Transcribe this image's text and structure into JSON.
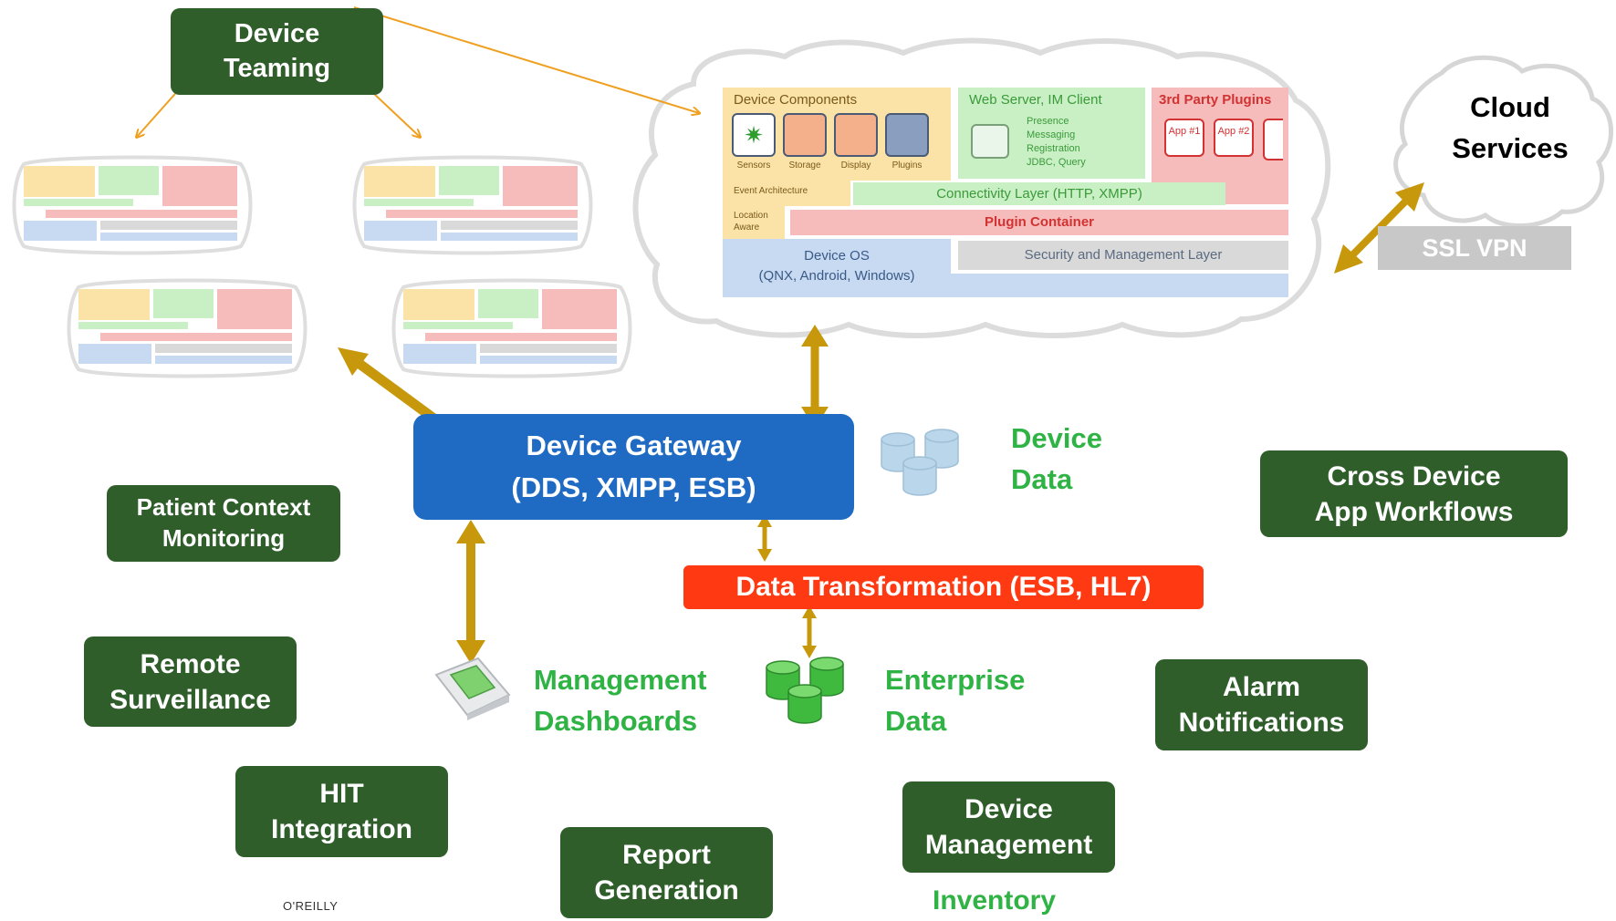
{
  "nodes": {
    "device_teaming": {
      "lines": [
        "Device",
        "Teaming"
      ]
    },
    "cloud_services": {
      "lines": [
        "Cloud",
        "Services"
      ]
    },
    "ssl_vpn": "SSL VPN",
    "device_gateway": {
      "lines": [
        "Device Gateway",
        "(DDS, XMPP, ESB)"
      ]
    },
    "device_data": {
      "lines": [
        "Device",
        "Data"
      ]
    },
    "data_transformation": "Data Transformation (ESB, HL7)",
    "management_dashboards": {
      "lines": [
        "Management",
        "Dashboards"
      ]
    },
    "enterprise_data": {
      "lines": [
        "Enterprise",
        "Data"
      ]
    },
    "inventory": "Inventory"
  },
  "functions": {
    "patient_context": {
      "lines": [
        "Patient Context",
        "Monitoring"
      ]
    },
    "remote_surveillance": {
      "lines": [
        "Remote",
        "Surveillance"
      ]
    },
    "hit_integration": {
      "lines": [
        "HIT",
        "Integration"
      ]
    },
    "report_generation": {
      "lines": [
        "Report",
        "Generation"
      ]
    },
    "device_management": {
      "lines": [
        "Device",
        "Management"
      ]
    },
    "alarm_notifications": {
      "lines": [
        "Alarm",
        "Notifications"
      ]
    },
    "cross_device": {
      "lines": [
        "Cross Device",
        "App Workflows"
      ]
    }
  },
  "device_architecture": {
    "components_title": "Device Components",
    "components": [
      "Sensors",
      "Storage",
      "Display",
      "Plugins"
    ],
    "web_title": "Web Server, IM Client",
    "web_items": [
      "Presence",
      "Messaging",
      "Registration",
      "JDBC, Query"
    ],
    "plugins_title": "3rd Party Plugins",
    "plugins": [
      "App #1",
      "App #2"
    ],
    "event_arch": "Event Architecture",
    "location_aware": "Location Aware",
    "connectivity": "Connectivity Layer (HTTP, XMPP)",
    "plugin_container": "Plugin Container",
    "device_os": "Device OS",
    "device_os_sub": "(QNX, Android, Windows)",
    "security": "Security and Management Layer"
  },
  "publisher": "O'REILLY",
  "colors": {
    "dark_green": "#2f5e2b",
    "green_text": "#2fb344",
    "gateway_blue": "#1f6bc4",
    "transform_red": "#ff3a12",
    "arrow_gold": "#c8980c",
    "arrow_orange": "#f0a020",
    "ssl_gray": "#c8c8c8"
  }
}
